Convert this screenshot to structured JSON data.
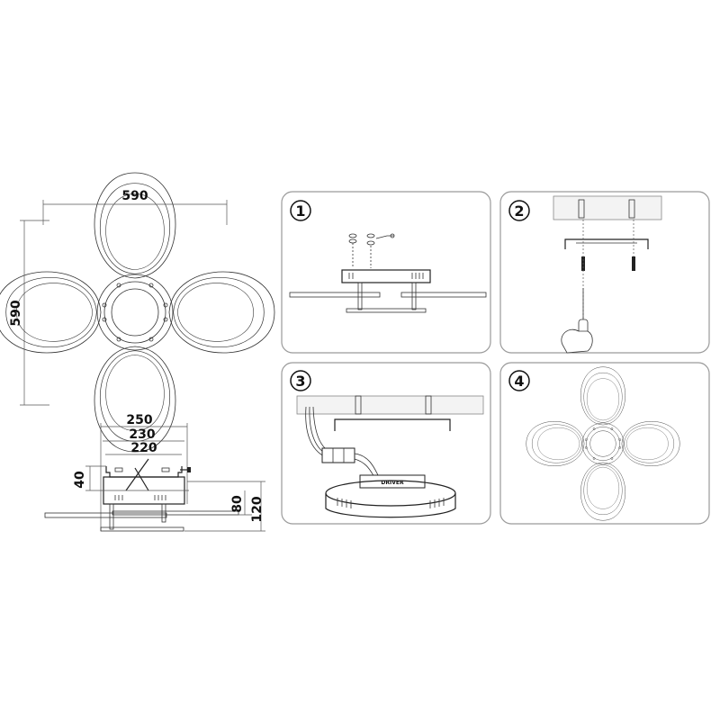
{
  "dimensions": {
    "overall_width": "590",
    "overall_height": "590",
    "base_width": "250",
    "bracket_width": "230",
    "mount_width": "220",
    "bracket_height": "40",
    "body_height": "80",
    "total_height": "120"
  },
  "steps": [
    {
      "number": "1"
    },
    {
      "number": "2"
    },
    {
      "number": "3",
      "driver_label": "DRIVER"
    },
    {
      "number": "4"
    }
  ]
}
